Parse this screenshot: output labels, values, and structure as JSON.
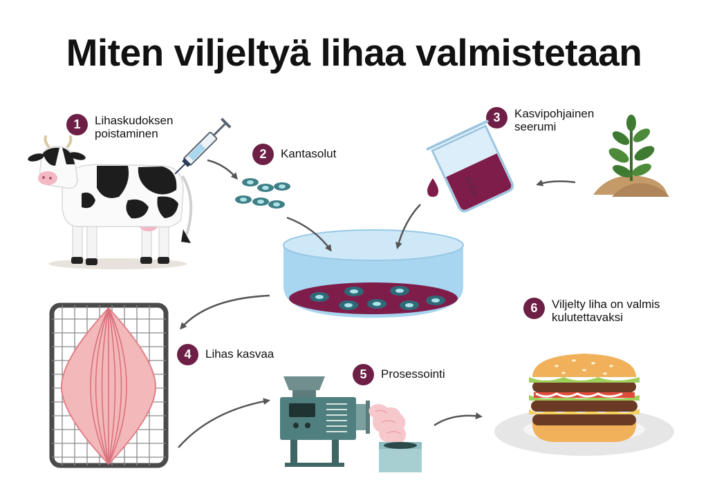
{
  "title": "Miten viljeltyä lihaa valmistetaan",
  "steps": [
    {
      "number": "1",
      "label": "Lihaskudoksen\npoistaminen"
    },
    {
      "number": "2",
      "label": "Kantasolut"
    },
    {
      "number": "3",
      "label": "Kasvipohjainen\nseerumi"
    },
    {
      "number": "4",
      "label": "Lihas kasvaa"
    },
    {
      "number": "5",
      "label": "Prosessointi"
    },
    {
      "number": "6",
      "label": "Viljelty liha on valmis\nkulutettavaksi"
    }
  ],
  "colors": {
    "badge": "#6e1f45",
    "arrow": "#555555",
    "dish": "#9ccbe7",
    "medium": "#8a1f4f",
    "cell": "#2f6a78"
  }
}
